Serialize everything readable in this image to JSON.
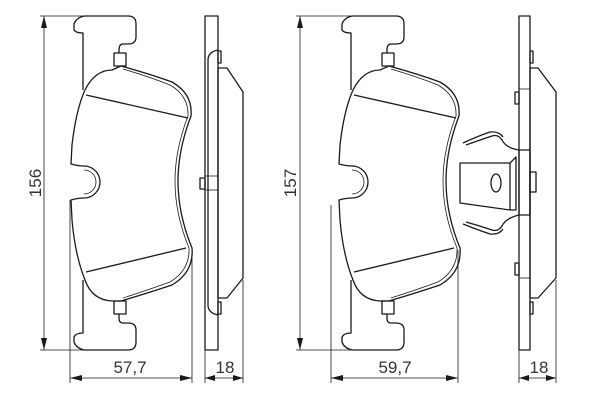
{
  "colors": {
    "line": "#1a1a1a",
    "text": "#333333",
    "background": "#ffffff"
  },
  "left_pad": {
    "height_label": "156",
    "width_label": "57,7",
    "thickness_label": "18"
  },
  "right_pad": {
    "height_label": "157",
    "width_label": "59,7",
    "thickness_label": "18"
  }
}
